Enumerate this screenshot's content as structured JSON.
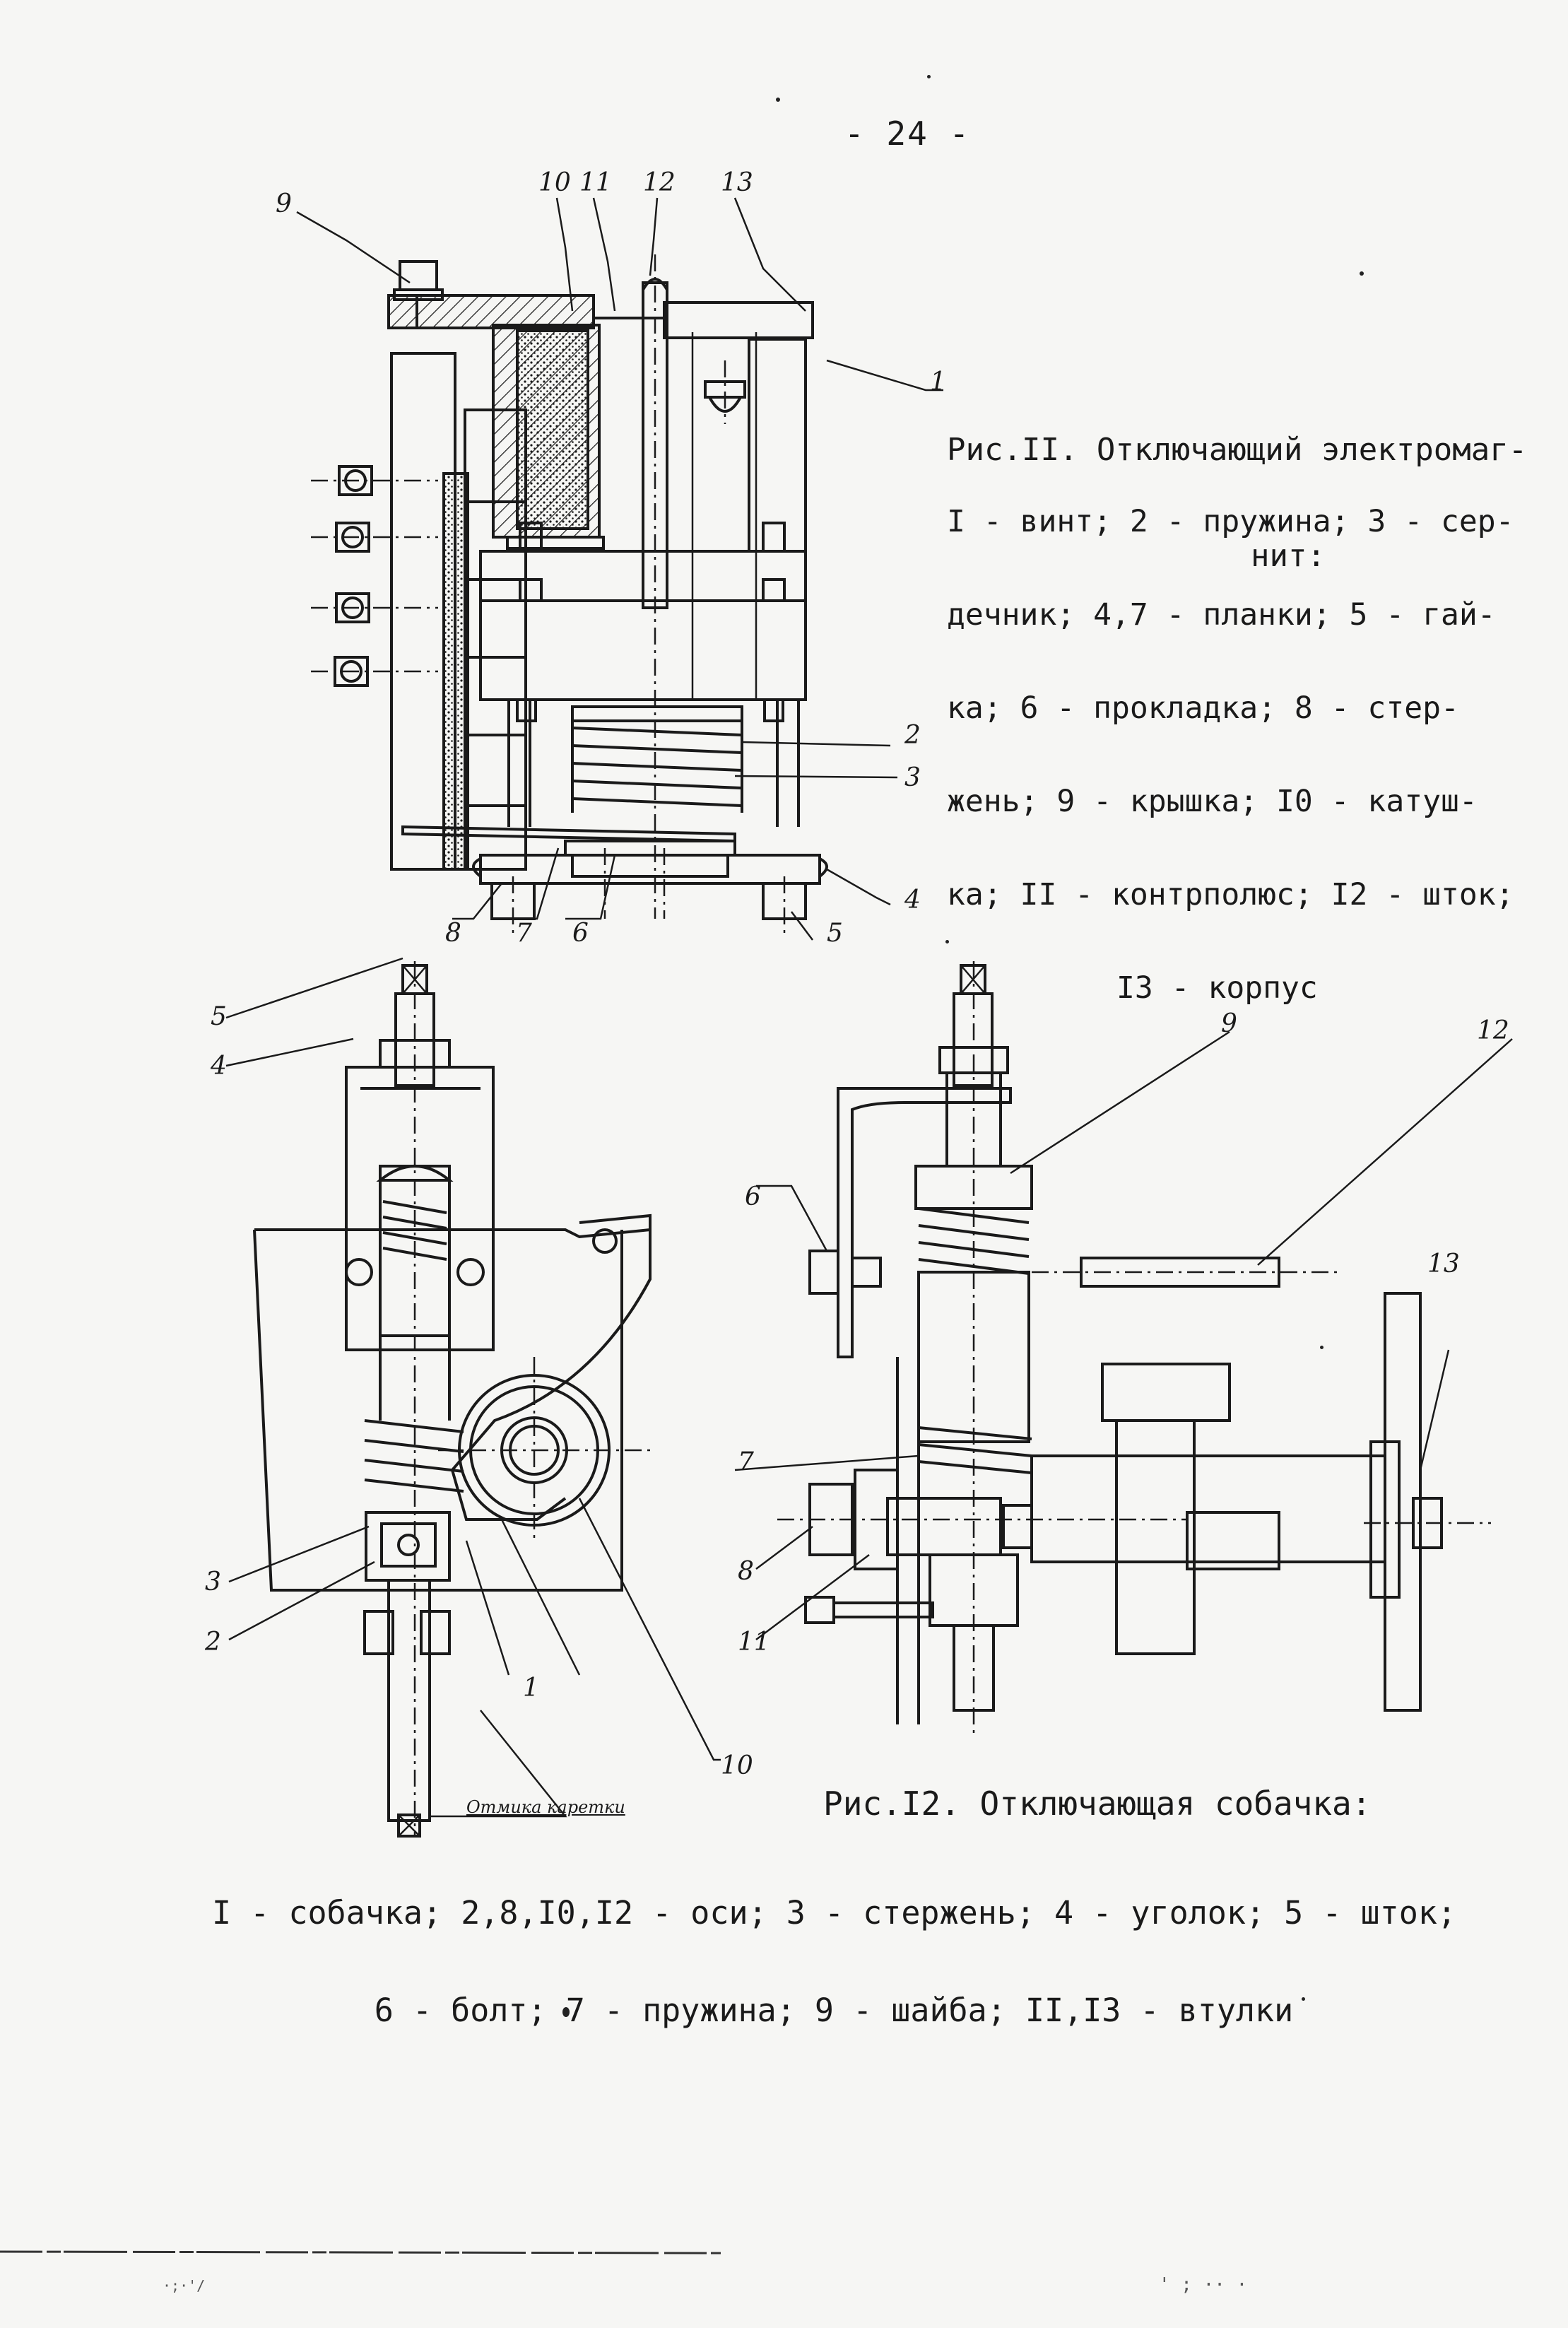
{
  "page_number": "- 24 -",
  "figure11": {
    "title_line1": "Рис.II. Отключающий электромаг-",
    "title_line2": "нит:",
    "legend_lines": [
      "I - винт; 2 - пружина; 3 - сер-",
      "дечник; 4,7 - планки; 5 - гай-",
      "ка; 6 - прокладка; 8 - стер-",
      "жень; 9 - крышка; I0 - катуш-",
      "ка; II - контрполюс; I2 - шток;",
      "I3 - корпус"
    ],
    "callouts": [
      "9",
      "10",
      "11",
      "12",
      "13",
      "1",
      "2",
      "3",
      "4",
      "5",
      "6",
      "7",
      "8"
    ]
  },
  "figure12": {
    "title": "Рис.I2. Отключающая собачка:",
    "legend_line1": "I - собачка; 2,8,I0,I2 - оси; 3 - стержень; 4 - уголок; 5 - шток;",
    "legend_line2": "6 - болт; 7 - пружина; 9 - шайба; II,I3 - втулки",
    "handwritten_note": "Отмика каретки",
    "callouts": [
      "5",
      "4",
      "3",
      "2",
      "1",
      "10",
      "6",
      "7",
      "8",
      "9",
      "11",
      "12",
      "13"
    ]
  },
  "scan_noise_left": "·;·'/",
  "scan_noise_right": "' ; ·· ·"
}
